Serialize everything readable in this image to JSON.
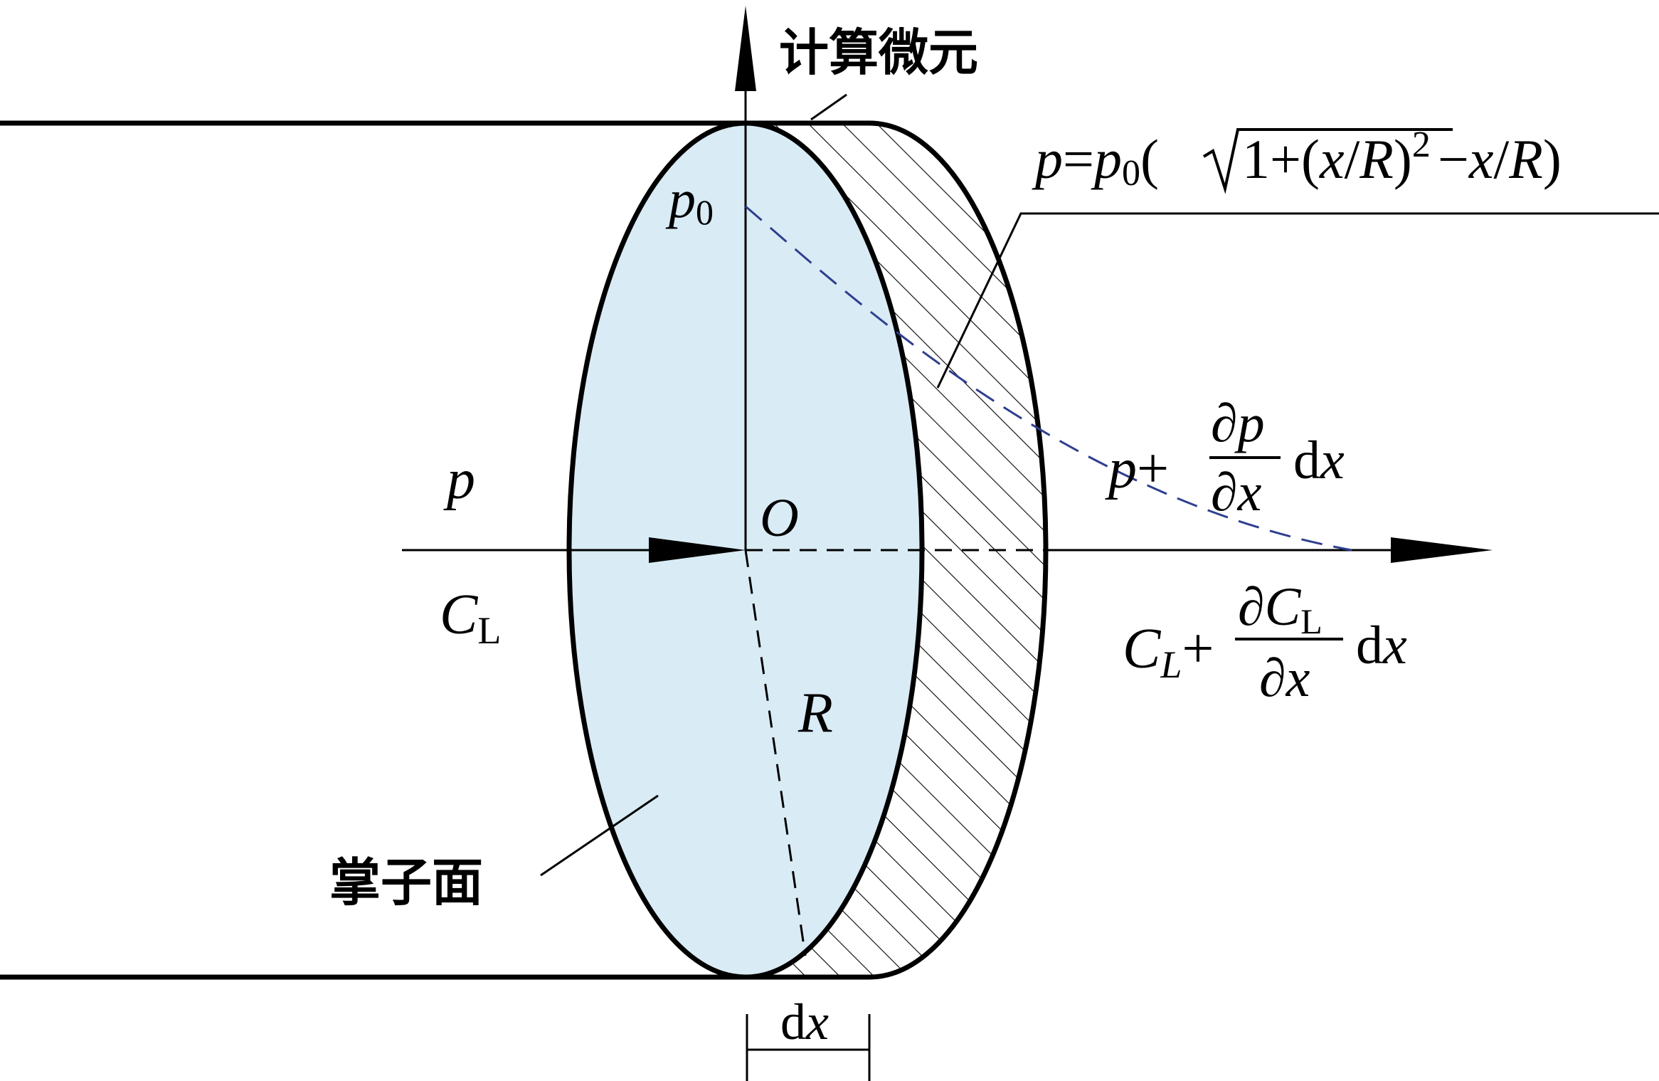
{
  "labels": {
    "element": "计算微元",
    "face": "掌子面",
    "origin": "O",
    "p0": "p",
    "p0_sub": "0",
    "p_left": "p",
    "c_left": "C",
    "c_left_sub": "L",
    "radius": "R",
    "dx_d": "d",
    "dx_x": "x"
  },
  "formula_top": {
    "lhs_p": "p",
    "eq": "=",
    "p": "p",
    "sub0": "0",
    "open": "(",
    "one_plus": "1+(",
    "x1": "x",
    "slash1": "/",
    "R1": "R",
    "close_sq": ")",
    "sup2": "2",
    "minus": "−",
    "x2": "x",
    "slash2": "/",
    "R2": "R",
    "close": ")"
  },
  "formula_p": {
    "p": "p",
    "plus": "+",
    "num_partial": "∂",
    "num_p": "p",
    "den_partial": "∂",
    "den_x": "x",
    "d": "d",
    "x": "x"
  },
  "formula_c": {
    "C": "C",
    "C_sub": "L",
    "plus": "+",
    "num_partial": "∂",
    "num_C": "C",
    "num_sub": "L",
    "den_partial": "∂",
    "den_x": "x",
    "d": "d",
    "x": "x"
  },
  "colors": {
    "face_fill": "#d9ebf5",
    "line": "#000000",
    "pressure_curve": "#2e3f8f",
    "hatch": "#000000"
  }
}
